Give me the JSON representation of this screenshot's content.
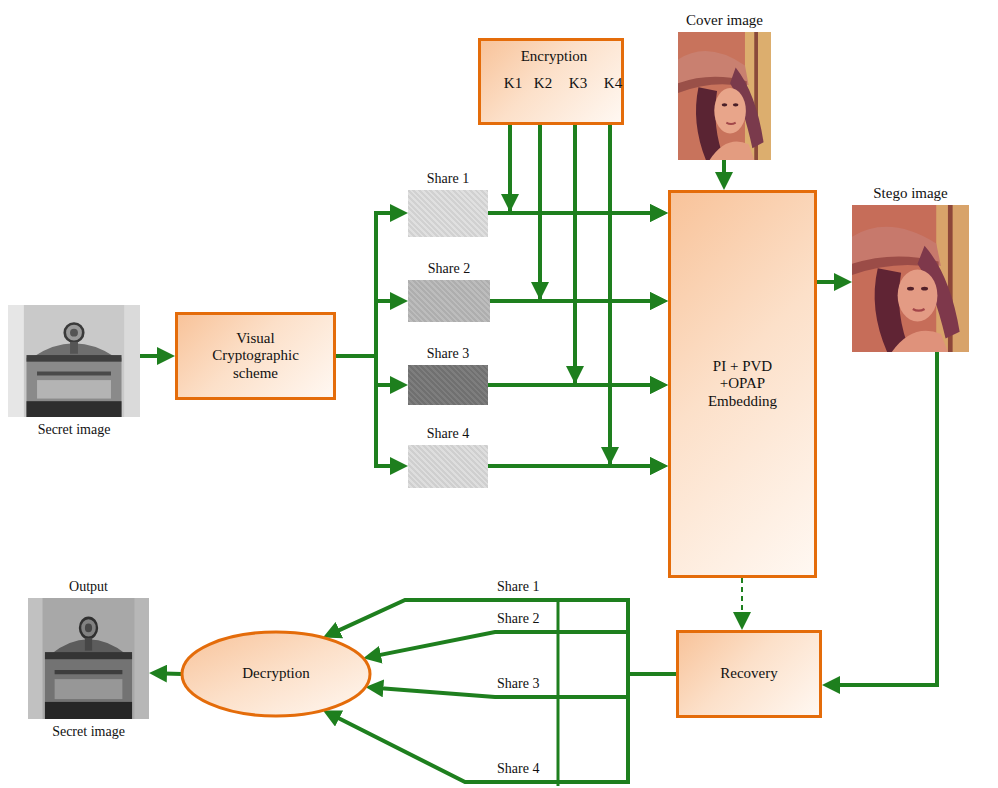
{
  "diagram": {
    "nodes": [
      {
        "text": [
          "Encryption",
          "K1",
          "K2",
          "K3",
          "K4"
        ]
      },
      {
        "text": [
          "Cover image"
        ]
      },
      {
        "text": [
          "Share 1"
        ]
      },
      {
        "text": [
          "Share 2"
        ]
      },
      {
        "text": [
          "Share 3"
        ]
      },
      {
        "text": [
          "Share 4"
        ]
      },
      {
        "text": [
          "Secret image"
        ]
      },
      {
        "text": [
          "Visual Cryptographic scheme"
        ]
      },
      {
        "text": [
          "PI + PVD +OPAP Embedding"
        ]
      },
      {
        "text": [
          "Stego image"
        ]
      },
      {
        "text": [
          "Output",
          "Secret image"
        ]
      },
      {
        "text": [
          "Decryption"
        ]
      },
      {
        "text": [
          "Recovery"
        ]
      }
    ],
    "edges": [
      {
        "from": 6,
        "to": 7,
        "arrow": "to"
      },
      {
        "from": 7,
        "to": 2,
        "arrow": "to"
      },
      {
        "from": 7,
        "to": 3,
        "arrow": "to"
      },
      {
        "from": 7,
        "to": 4,
        "arrow": "to"
      },
      {
        "from": 7,
        "to": 5,
        "arrow": "to"
      },
      {
        "from": 2,
        "to": 8,
        "arrow": "to"
      },
      {
        "from": 3,
        "to": 8,
        "arrow": "to"
      },
      {
        "from": 4,
        "to": 8,
        "arrow": "to"
      },
      {
        "from": 5,
        "to": 8,
        "arrow": "to"
      },
      {
        "from": 0,
        "to": 8,
        "arrow": "to"
      },
      {
        "from": 0,
        "to": 8,
        "arrow": "to"
      },
      {
        "from": 0,
        "to": 8,
        "arrow": "to"
      },
      {
        "from": 0,
        "to": 8,
        "arrow": "to"
      },
      {
        "from": 1,
        "to": 8,
        "arrow": "to"
      },
      {
        "from": 8,
        "to": 9,
        "arrow": "to"
      },
      {
        "from": 8,
        "to": 12,
        "arrow": "to"
      },
      {
        "from": 9,
        "to": 12,
        "arrow": "to"
      },
      {
        "from": 12,
        "to": 11,
        "label": "Share 1",
        "arrow": "to"
      },
      {
        "from": 12,
        "to": 11,
        "label": "Share 2",
        "arrow": "to"
      },
      {
        "from": 12,
        "to": 11,
        "label": "Share 3",
        "arrow": "to"
      },
      {
        "from": 12,
        "to": 11,
        "label": "Share 4",
        "arrow": "to"
      },
      {
        "from": 11,
        "to": 10,
        "arrow": "to"
      }
    ]
  }
}
